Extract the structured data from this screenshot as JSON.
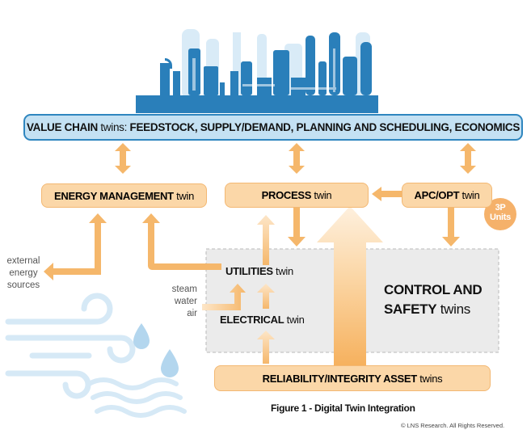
{
  "value_chain": {
    "bold": "VALUE CHAIN",
    "normal": " twins: ",
    "bold2": "FEEDSTOCK, SUPPLY/DEMAND, PLANNING AND SCHEDULING, ECONOMICS"
  },
  "energy": {
    "bold": "ENERGY MANAGEMENT",
    "normal": " twin"
  },
  "process": {
    "bold": "PROCESS",
    "normal": " twin"
  },
  "apc": {
    "bold": "APC/OPT",
    "normal": " twin"
  },
  "units_badge": {
    "line1": "3P",
    "line2": "Units"
  },
  "utilities": {
    "bold": "UTILITIES",
    "normal": " twin"
  },
  "electrical": {
    "bold": "ELECTRICAL",
    "normal": " twin"
  },
  "control": {
    "line1": "CONTROL AND",
    "line2_bold": "SAFETY",
    "line2_normal": " twins"
  },
  "reliability": {
    "bold": "RELIABILITY/INTEGRITY ASSET",
    "normal": " twins"
  },
  "external": {
    "l1": "external",
    "l2": "energy",
    "l3": "sources"
  },
  "inputs": {
    "l1": "steam",
    "l2": "water",
    "l3": "air"
  },
  "caption": "Figure 1 - Digital Twin Integration",
  "copyright": "© LNS Research. All Rights Reserved.",
  "colors": {
    "orange_box": "#fbd7a8",
    "orange_border": "#f3b873",
    "orange_arrow": "#f5b76b",
    "blue_box": "#c4e1f3",
    "blue_border": "#2f86bf",
    "navy": "#1f6ea8",
    "gray_area": "#ebebeb",
    "badge": "#f5b16a"
  }
}
